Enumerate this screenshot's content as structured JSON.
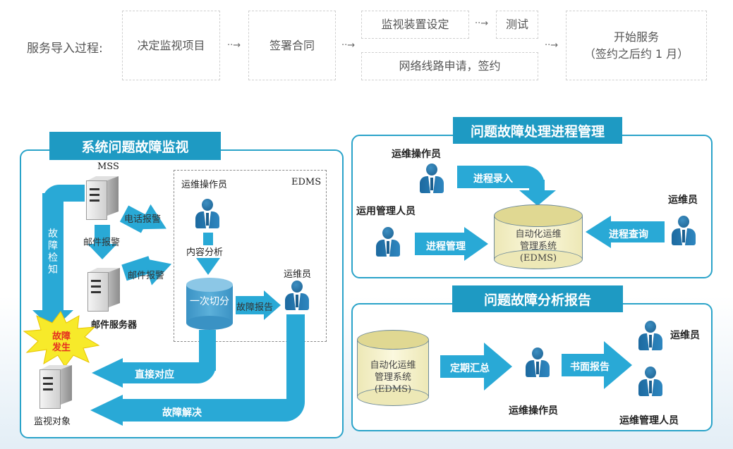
{
  "process": {
    "label": "服务导入过程:",
    "step1": "决定监视项目",
    "step2": "签署合同",
    "step3a": "监视装置设定",
    "step3b": "网络线路申请，签约",
    "step4": "测试",
    "step5_line1": "开始服务",
    "step5_line2": "（签约之后约 1 月）",
    "arrow": "··→"
  },
  "monitor": {
    "title": "系统问题故障监视",
    "mss": "MSS",
    "phone_alert": "电话报警",
    "mail_alert_1": "邮件报警",
    "mail_alert_2": "邮件报警",
    "mail_server": "邮件服务器",
    "fault_detect": "故障检知",
    "fault_occur": "故障发生",
    "target": "监视对象",
    "operator": "运维操作员",
    "edms": "EDMS",
    "content_analysis": "内容分析",
    "first_cut": "一次切分",
    "fault_report": "故障报告",
    "maintainer": "运维员",
    "direct_response": "直接对应",
    "fault_resolved": "故障解决"
  },
  "progress": {
    "title": "问题故障处理进程管理",
    "operator": "运维操作员",
    "progress_input": "进程录入",
    "ops_manager": "运用管理人员",
    "progress_manage": "进程管理",
    "db_line1": "自动化运维",
    "db_line2": "管理系统",
    "db_line3": "(EDMS)",
    "progress_query": "进程查询",
    "maintainer": "运维员"
  },
  "report": {
    "title": "问题故障分析报告",
    "db_line1": "自动化运维",
    "db_line2": "管理系统",
    "db_line3": "(EDMS)",
    "periodic_summary": "定期汇总",
    "operator": "运维操作员",
    "written_report": "书面报告",
    "maintainer": "运维员",
    "ops_manager": "运维管理人员"
  },
  "colors": {
    "accent": "#29a9d6",
    "title_bg": "#1e9ac3",
    "panel_border": "#2aa3c9"
  }
}
